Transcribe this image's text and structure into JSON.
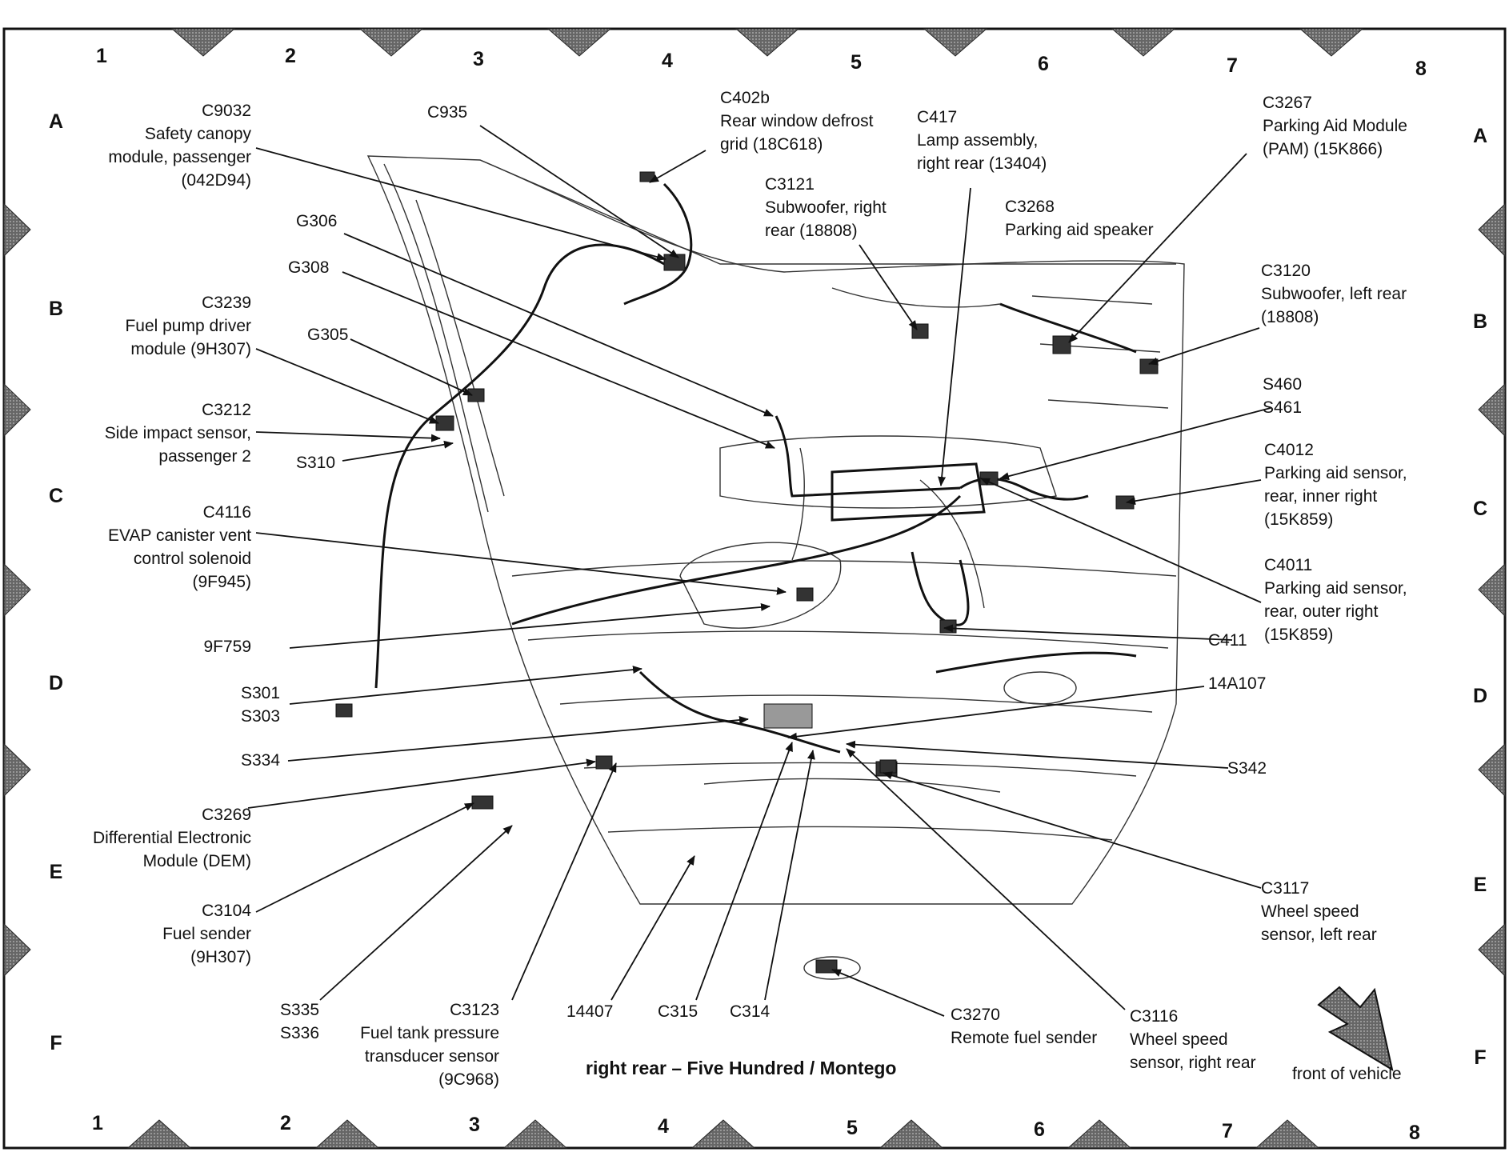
{
  "caption": "right rear – Five Hundred / Montego",
  "front_label": "front of vehicle",
  "columns": [
    "1",
    "2",
    "3",
    "4",
    "5",
    "6",
    "7",
    "8"
  ],
  "rows": [
    "A",
    "B",
    "C",
    "D",
    "E",
    "F"
  ],
  "labels": [
    {
      "id": "c9032",
      "lines": [
        "C9032",
        "Safety canopy",
        "module, passenger",
        "(042D94)"
      ]
    },
    {
      "id": "c935",
      "lines": [
        "C935"
      ]
    },
    {
      "id": "c402b",
      "lines": [
        "C402b",
        "Rear window defrost",
        "grid (18C618)"
      ]
    },
    {
      "id": "c417",
      "lines": [
        "C417",
        "Lamp assembly,",
        "right rear (13404)"
      ]
    },
    {
      "id": "c3267",
      "lines": [
        "C3267",
        "Parking Aid Module",
        "(PAM) (15K866)"
      ]
    },
    {
      "id": "c3121",
      "lines": [
        "C3121",
        "Subwoofer, right",
        "rear (18808)"
      ]
    },
    {
      "id": "c3268",
      "lines": [
        "C3268",
        "Parking aid speaker"
      ]
    },
    {
      "id": "g306",
      "lines": [
        "G306"
      ]
    },
    {
      "id": "g308",
      "lines": [
        "G308"
      ]
    },
    {
      "id": "c3239",
      "lines": [
        "C3239",
        "Fuel pump driver",
        "module (9H307)"
      ]
    },
    {
      "id": "g305",
      "lines": [
        "G305"
      ]
    },
    {
      "id": "c3120",
      "lines": [
        "C3120",
        "Subwoofer, left rear",
        "(18808)"
      ]
    },
    {
      "id": "s460",
      "lines": [
        "S460",
        "S461"
      ]
    },
    {
      "id": "c3212",
      "lines": [
        "C3212",
        "Side impact sensor,",
        "passenger 2"
      ]
    },
    {
      "id": "s310",
      "lines": [
        "S310"
      ]
    },
    {
      "id": "c4012",
      "lines": [
        "C4012",
        "Parking aid sensor,",
        "rear, inner right",
        "(15K859)"
      ]
    },
    {
      "id": "c4116",
      "lines": [
        "C4116",
        "EVAP canister vent",
        "control solenoid",
        "(9F945)"
      ]
    },
    {
      "id": "c4011",
      "lines": [
        "C4011",
        "Parking aid sensor,",
        "rear, outer right",
        "(15K859)"
      ]
    },
    {
      "id": "n9f759",
      "lines": [
        "9F759"
      ]
    },
    {
      "id": "c411",
      "lines": [
        "C411"
      ]
    },
    {
      "id": "s301",
      "lines": [
        "S301",
        "S303"
      ]
    },
    {
      "id": "n14a107",
      "lines": [
        "14A107"
      ]
    },
    {
      "id": "s334",
      "lines": [
        "S334"
      ]
    },
    {
      "id": "s342",
      "lines": [
        "S342"
      ]
    },
    {
      "id": "c3269",
      "lines": [
        "C3269",
        "Differential Electronic",
        "Module (DEM)"
      ]
    },
    {
      "id": "c3117",
      "lines": [
        "C3117",
        "Wheel speed",
        "sensor, left rear"
      ]
    },
    {
      "id": "c3104",
      "lines": [
        "C3104",
        "Fuel sender",
        "(9H307)"
      ]
    },
    {
      "id": "s335",
      "lines": [
        "S335",
        "S336"
      ]
    },
    {
      "id": "c3123",
      "lines": [
        "C3123",
        "Fuel tank pressure",
        "transducer sensor",
        "(9C968)"
      ]
    },
    {
      "id": "n14407",
      "lines": [
        "14407"
      ]
    },
    {
      "id": "c315",
      "lines": [
        "C315"
      ]
    },
    {
      "id": "c314",
      "lines": [
        "C314"
      ]
    },
    {
      "id": "c3270",
      "lines": [
        "C3270",
        "Remote fuel sender"
      ]
    },
    {
      "id": "c3116",
      "lines": [
        "C3116",
        "Wheel speed",
        "sensor, right rear"
      ]
    }
  ]
}
